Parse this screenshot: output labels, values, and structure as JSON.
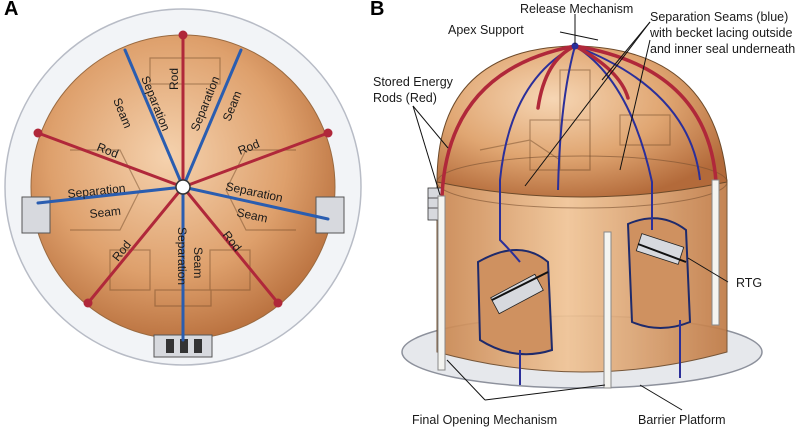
{
  "panel_a": {
    "letter": "A",
    "rod_labels": [
      "Rod",
      "Rod",
      "Rod",
      "Rod",
      "Rod"
    ],
    "seam_labels": [
      "Separation",
      "Seam",
      "Separation",
      "Seam",
      "Separation",
      "Seam",
      "Separation",
      "Seam",
      "Separation",
      "Seam"
    ]
  },
  "panel_b": {
    "letter": "B",
    "labels": {
      "release_mechanism": "Release Mechanism",
      "apex_support": "Apex Support",
      "separation_seams_1": "Separation Seams (blue)",
      "separation_seams_2": "with becket lacing outside",
      "separation_seams_3": "and inner seal underneath",
      "stored_energy_1": "Stored Energy",
      "stored_energy_2": "Rods (Red)",
      "rtg": "RTG",
      "final_opening": "Final Opening Mechanism",
      "barrier_platform": "Barrier Platform"
    }
  },
  "colors": {
    "rod": "#b0283a",
    "seam": "#2a5db0",
    "dome_light": "#f2c49a",
    "dome_dark": "#c17a45",
    "platform": "#e6e8ec",
    "outline": "#2f3a6e"
  }
}
